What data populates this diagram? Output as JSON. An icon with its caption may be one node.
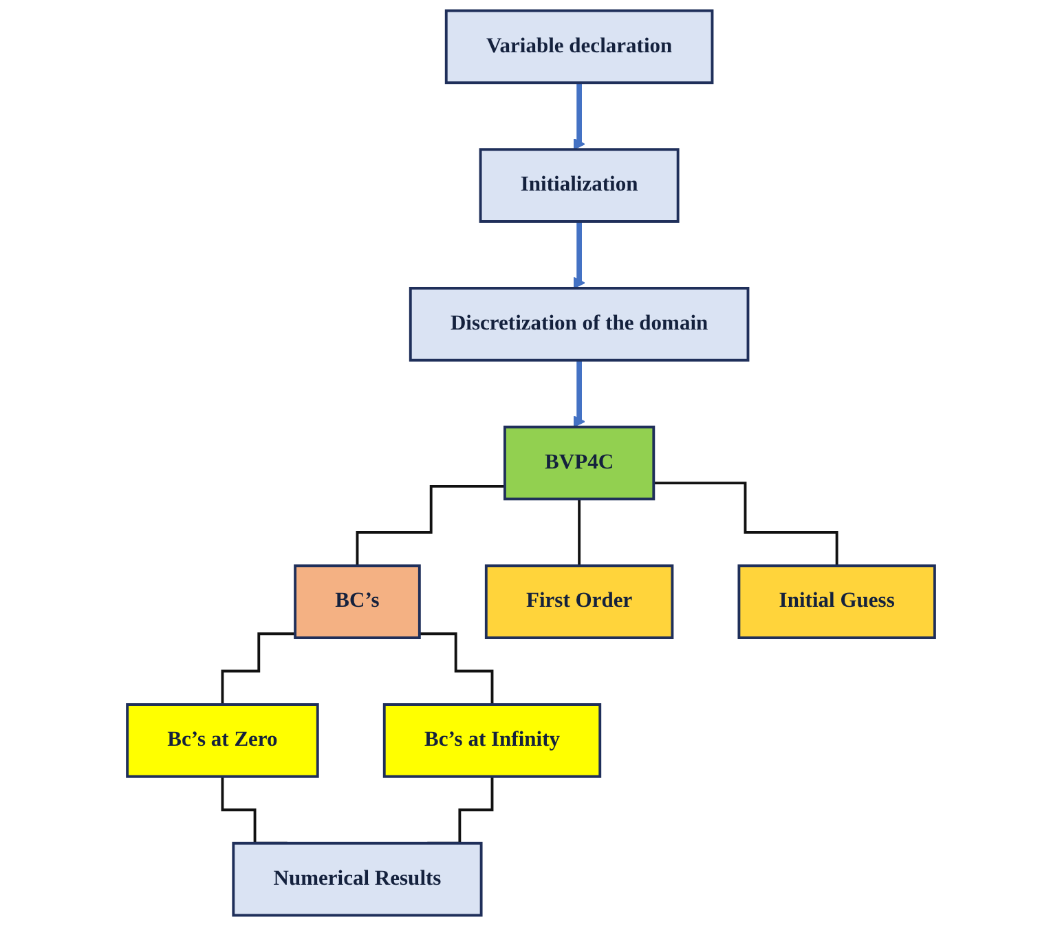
{
  "diagram": {
    "nodes": [
      {
        "text": [
          "Variable declaration"
        ]
      },
      {
        "text": [
          "Initialization"
        ]
      },
      {
        "text": [
          "Discretization of the domain"
        ]
      },
      {
        "text": [
          "BVP4C"
        ]
      },
      {
        "text": [
          "BC’s"
        ]
      },
      {
        "text": [
          "First Order"
        ]
      },
      {
        "text": [
          "Initial Guess"
        ]
      },
      {
        "text": [
          "Bc’s at Zero"
        ]
      },
      {
        "text": [
          "Bc’s at Infinity"
        ]
      },
      {
        "text": [
          "Numerical Results"
        ]
      }
    ],
    "edges": [
      {
        "from": 0,
        "to": 1,
        "arrow": "to",
        "style": "thick",
        "color": "#4472c4"
      },
      {
        "from": 1,
        "to": 2,
        "arrow": "to",
        "style": "thick",
        "color": "#4472c4"
      },
      {
        "from": 2,
        "to": 3,
        "arrow": "to",
        "style": "thick",
        "color": "#4472c4"
      },
      {
        "from": 3,
        "to": 4,
        "arrow": "none"
      },
      {
        "from": 3,
        "to": 5,
        "arrow": "none"
      },
      {
        "from": 3,
        "to": 6,
        "arrow": "none"
      },
      {
        "from": 4,
        "to": 7,
        "arrow": "none"
      },
      {
        "from": 4,
        "to": 8,
        "arrow": "none"
      },
      {
        "from": 7,
        "to": 9,
        "arrow": "none"
      },
      {
        "from": 8,
        "to": 9,
        "arrow": "none"
      }
    ]
  }
}
